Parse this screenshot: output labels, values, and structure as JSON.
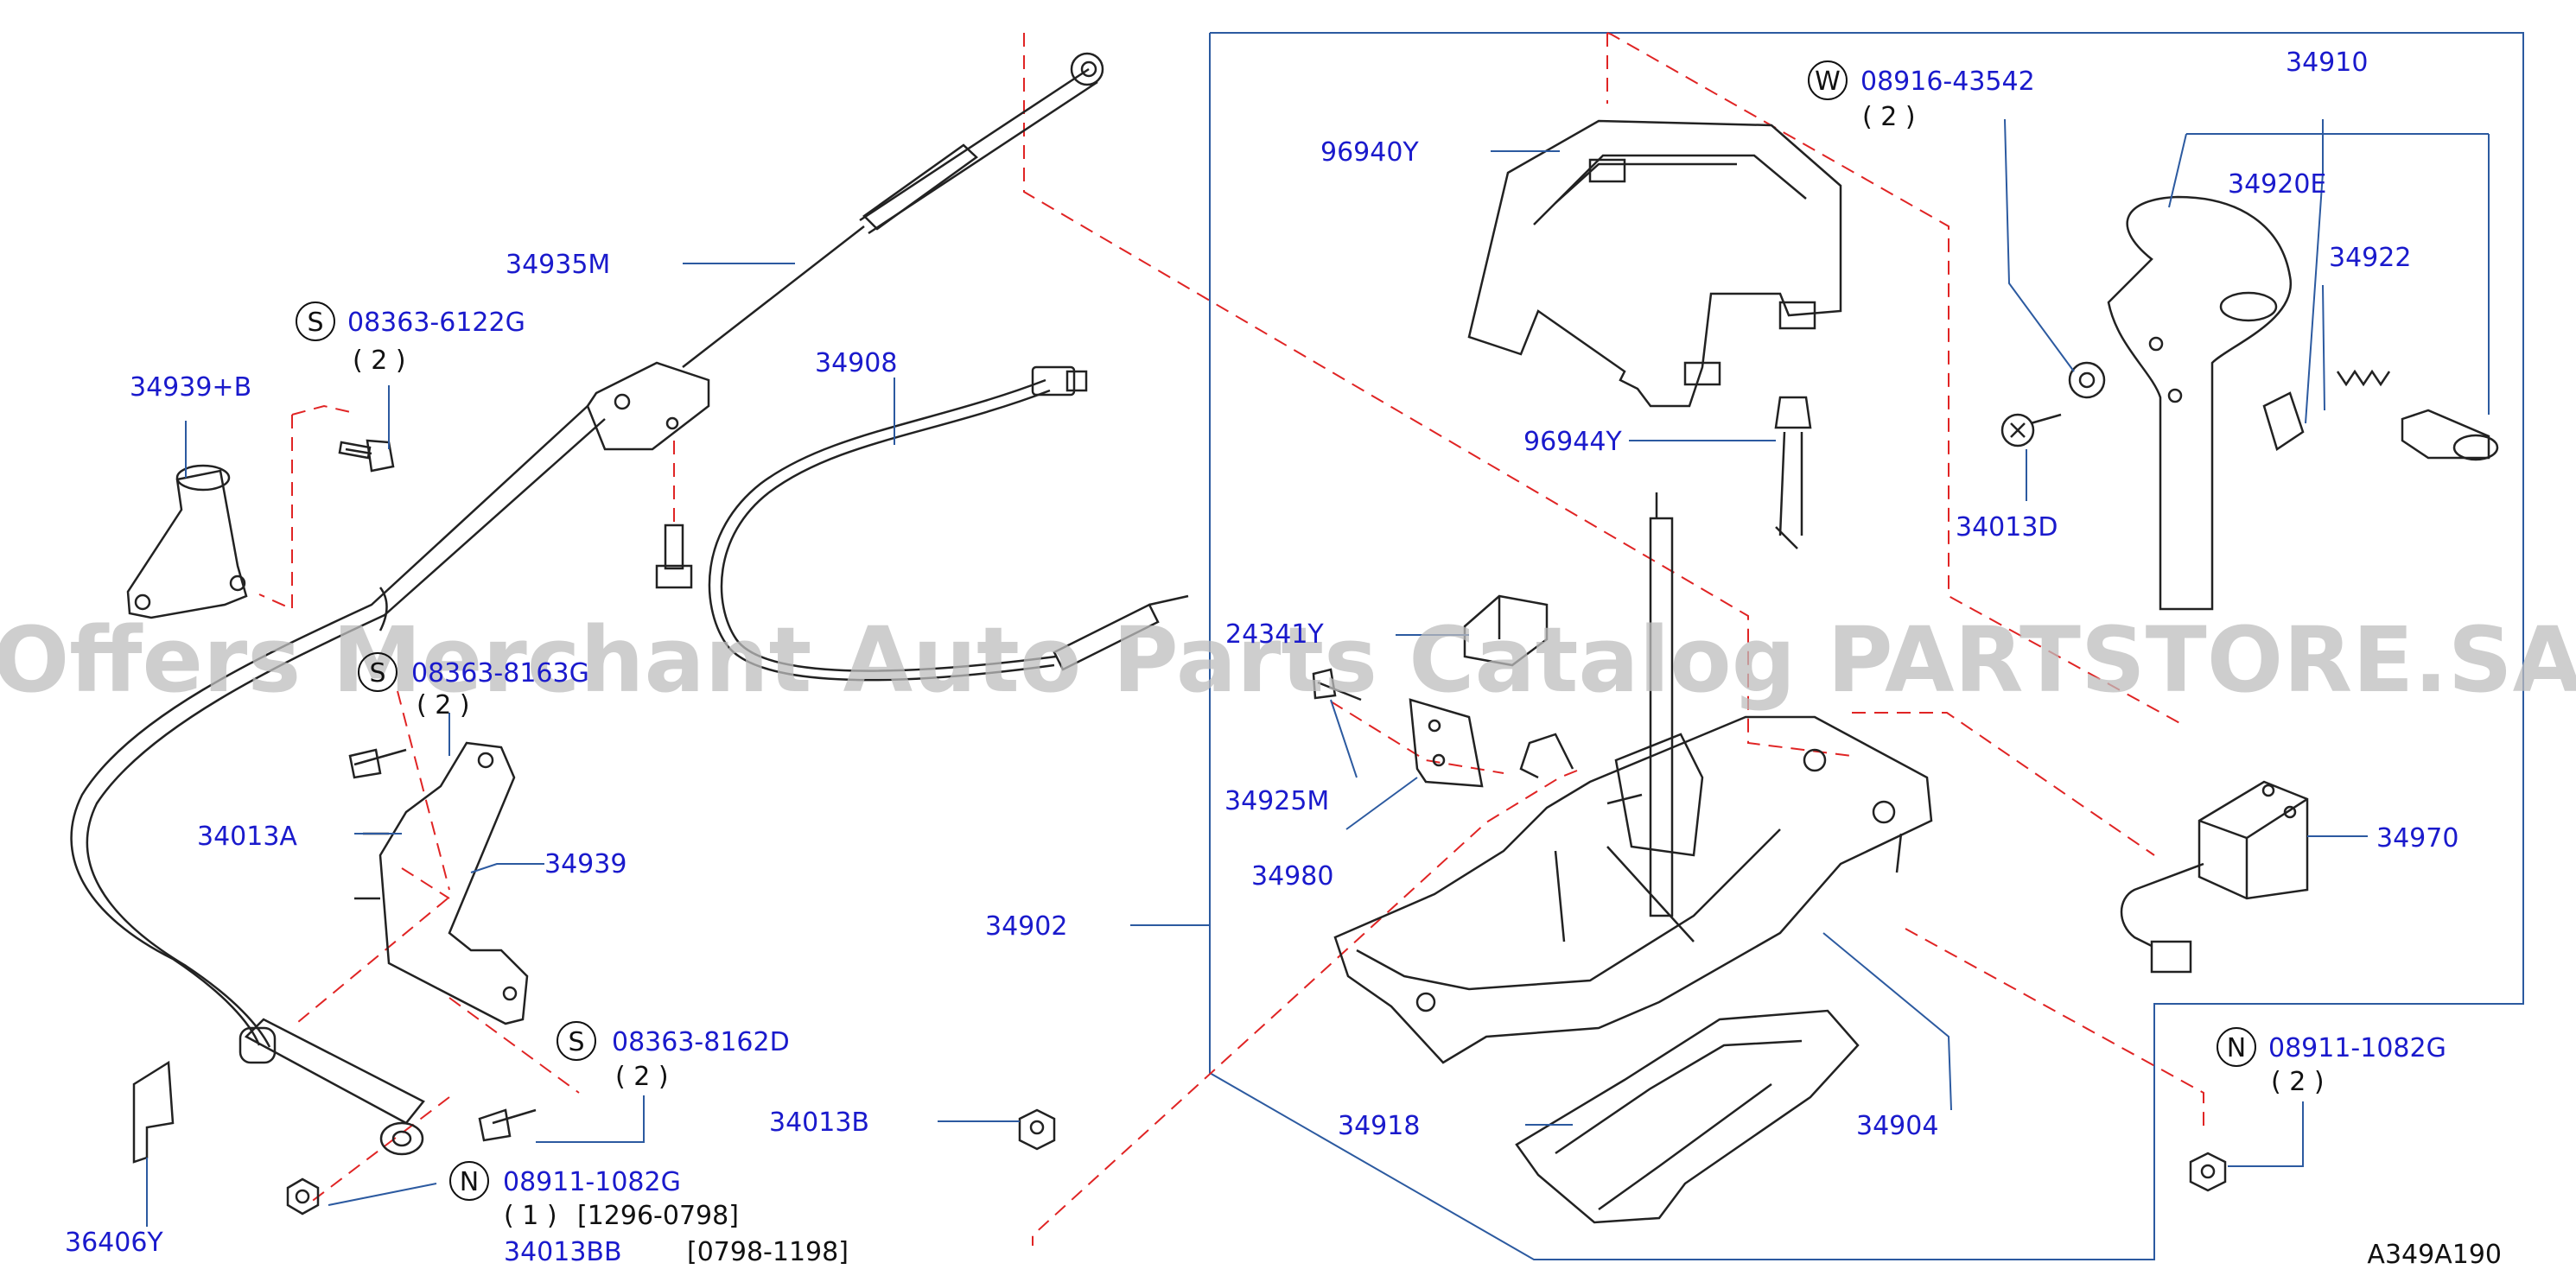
{
  "colors": {
    "part_number": "#1a1acc",
    "text": "#111111",
    "leader": "#2c5aa0",
    "dashed": "#e02424",
    "outline": "#222222",
    "watermark": "#bdbdbd"
  },
  "watermark": "Offers Merchant Auto Parts Catalog PARTSTORE.SA",
  "diagram_code": "A349A190",
  "callouts": {
    "p34935M": "34935M",
    "p34939B": "34939+B",
    "s1_code": "08363-6122G",
    "s1_letter": "S",
    "s1_qty": "( 2 )",
    "p34908": "34908",
    "s2_letter": "S",
    "s2_code": "08363-8163G",
    "s2_qty": "( 2 )",
    "p34013A": "34013A",
    "p34939": "34939",
    "s3_letter": "S",
    "s3_code": "08363-8162D",
    "s3_qty": "( 2 )",
    "n1_letter": "N",
    "n1_code": "08911-1082G",
    "n1_qty": "( 1 )",
    "n1_range": "[1296-0798]",
    "p34013BB": "34013BB",
    "p34013BB_range": "[0798-1198]",
    "p36406Y": "36406Y",
    "p34013B": "34013B",
    "p34918": "34918",
    "p34904": "34904",
    "p34902": "34902",
    "p34980": "34980",
    "p34925M": "34925M",
    "p24341Y": "24341Y",
    "p96940Y": "96940Y",
    "p96944Y": "96944Y",
    "w_letter": "W",
    "w_code": "08916-43542",
    "w_qty": "( 2 )",
    "p34910": "34910",
    "p34920E": "34920E",
    "p34922": "34922",
    "p34013D": "34013D",
    "p34970": "34970",
    "n2_letter": "N",
    "n2_code": "08911-1082G",
    "n2_qty": "( 2 )"
  }
}
